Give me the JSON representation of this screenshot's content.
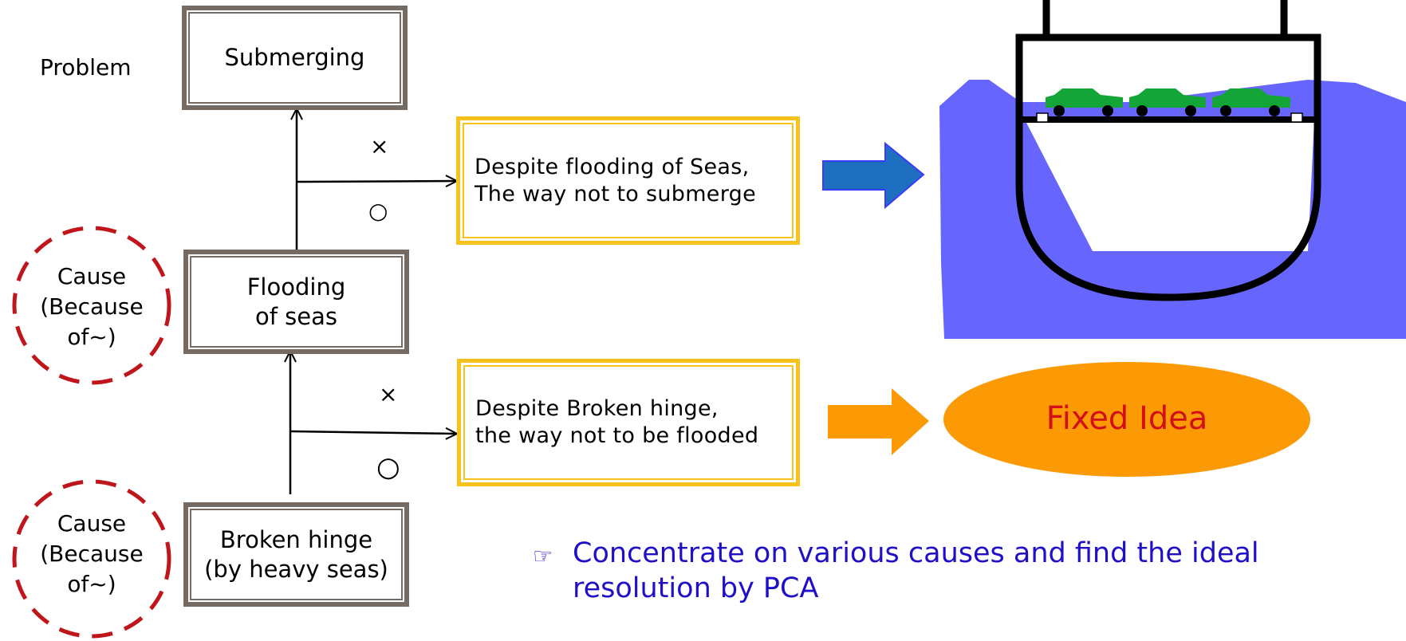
{
  "labels": {
    "problem": "Problem"
  },
  "boxes": {
    "submerging": "Submerging",
    "flooding": "Flooding\nof seas",
    "broken_hinge": "Broken hinge\n(by heavy seas)"
  },
  "causes": {
    "upper": "Cause\n(Because\nof~)",
    "lower": "Cause\n(Because\nof~)"
  },
  "marks": {
    "cross_1": "×",
    "circle_1": "○",
    "cross_2": "×",
    "circle_2": "○"
  },
  "ideas": {
    "top": "Despite flooding of Seas,\nThe way not to submerge",
    "bottom": "Despite Broken hinge,\nthe way not to be flooded"
  },
  "fixed_idea": "Fixed Idea",
  "note": {
    "pointer": "☞",
    "text": "Concentrate on various causes and find the ideal\nresolution by PCA"
  },
  "colors": {
    "box_border": "#766b62",
    "idea_border": "#f7c21b",
    "dashed_circle": "#c0151a",
    "blue_arrow": "#1f6fc0",
    "orange": "#fb9a05",
    "fixed_idea_text": "#d2101a",
    "water": "#6666ff",
    "car": "#13a538",
    "note_text": "#1f10c8"
  }
}
